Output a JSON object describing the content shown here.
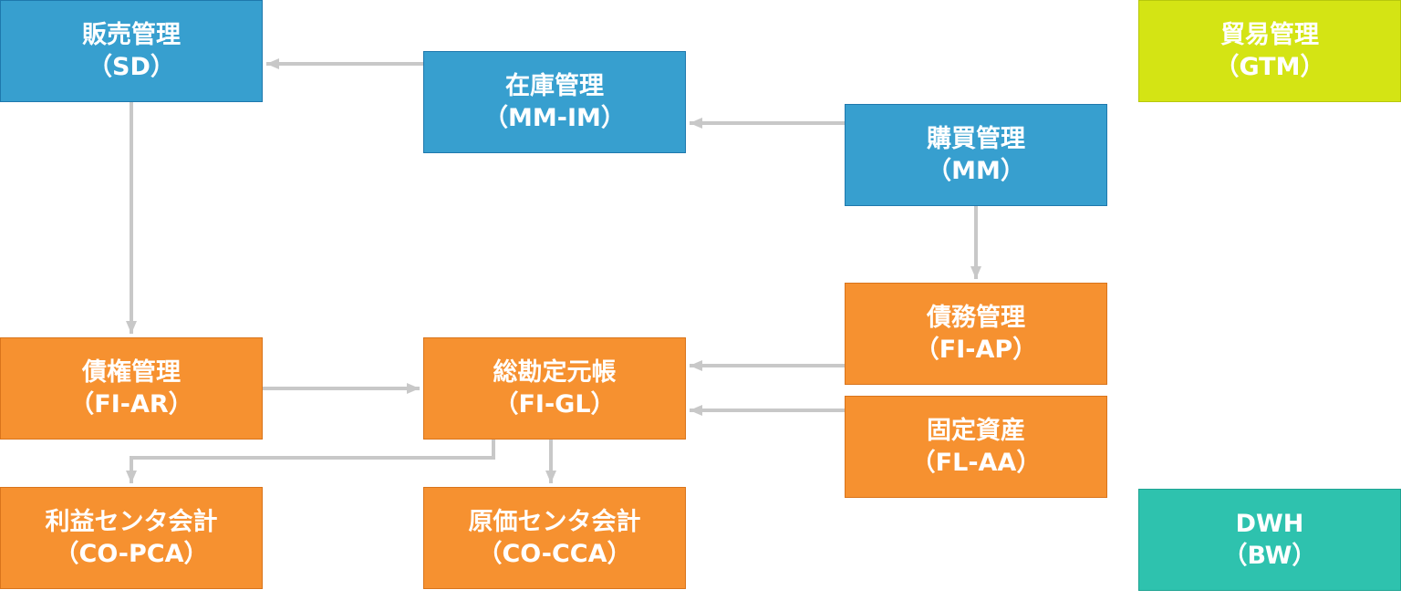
{
  "nodes": {
    "sd": {
      "name": "販売管理",
      "code": "（SD）"
    },
    "mmim": {
      "name": "在庫管理",
      "code": "（MM-IM）"
    },
    "mm": {
      "name": "購買管理",
      "code": "（MM）"
    },
    "gtm": {
      "name": "貿易管理",
      "code": "（GTM）"
    },
    "fiar": {
      "name": "債権管理",
      "code": "（FI-AR）"
    },
    "figl": {
      "name": "総勘定元帳",
      "code": "（FI-GL）"
    },
    "fiap": {
      "name": "債務管理",
      "code": "（FI-AP）"
    },
    "flaa": {
      "name": "固定資産",
      "code": "（FL-AA）"
    },
    "copca": {
      "name": "利益センタ会計",
      "code": "（CO-PCA）"
    },
    "coca": {
      "name": "原価センタ会計",
      "code": "（CO-CCA）"
    },
    "dwh": {
      "name": "DWH",
      "code": "（BW）"
    }
  },
  "edges": [
    {
      "from": "mmim",
      "to": "sd"
    },
    {
      "from": "mm",
      "to": "mmim"
    },
    {
      "from": "sd",
      "to": "fiar"
    },
    {
      "from": "mm",
      "to": "fiap"
    },
    {
      "from": "fiar",
      "to": "figl"
    },
    {
      "from": "fiap",
      "to": "figl"
    },
    {
      "from": "flaa",
      "to": "figl"
    },
    {
      "from": "figl",
      "to": "copca"
    },
    {
      "from": "figl",
      "to": "coca"
    }
  ],
  "colors": {
    "logistics": "#379fcf",
    "finance": "#f69130",
    "trade": "#d4e414",
    "dwh": "#2ec2ae",
    "arrow": "#c8c8c8"
  }
}
